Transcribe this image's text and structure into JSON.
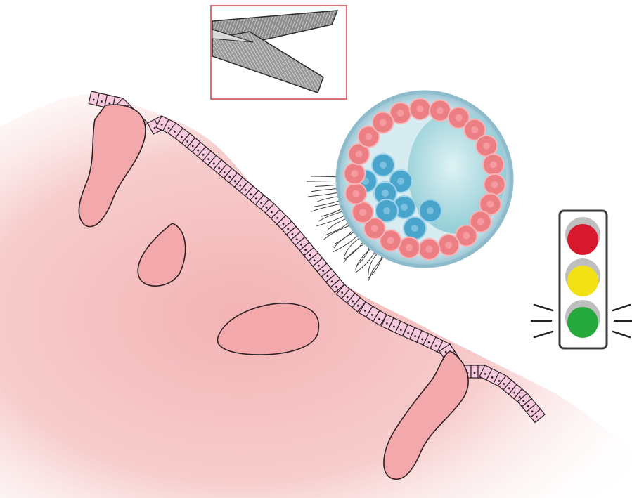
{
  "colors": {
    "background": "#ffffff",
    "tissue": "#f5c0c0",
    "tissue_light": "#fbe3e3",
    "epithelium_cell": "#f6c9dd",
    "epithelium_outline": "#2b2024",
    "gland_lumen": "#f0a8a8",
    "inset_frame": "#d97373",
    "tweezer_metal": "#9e9e9e",
    "embryo_outer_ring": "#9fc6d4",
    "embryo_fill": "#cde8ee",
    "blastocoel": "#8fcdd6",
    "trophoblast_cell": "#ec7f84",
    "inner_cell_mass_cell": "#4aa5cc",
    "traffic_light_housing": "#ffffff",
    "signal_red": "#d8182c",
    "signal_yellow": "#f2e215",
    "signal_green": "#25a93c",
    "signal_off_cap": "#bfbfbf"
  },
  "icons": {
    "tweezers": "tweezers-icon",
    "embryo": "blastocyst-icon",
    "traffic_light": "traffic-light-icon"
  },
  "traffic_light": {
    "lamps": [
      "red",
      "yellow",
      "green"
    ],
    "active_lamp": "green"
  },
  "embryo": {
    "trophoblast_cell_count": 22,
    "inner_cell_mass_cell_count": 8
  },
  "glands": {
    "count": 4
  }
}
